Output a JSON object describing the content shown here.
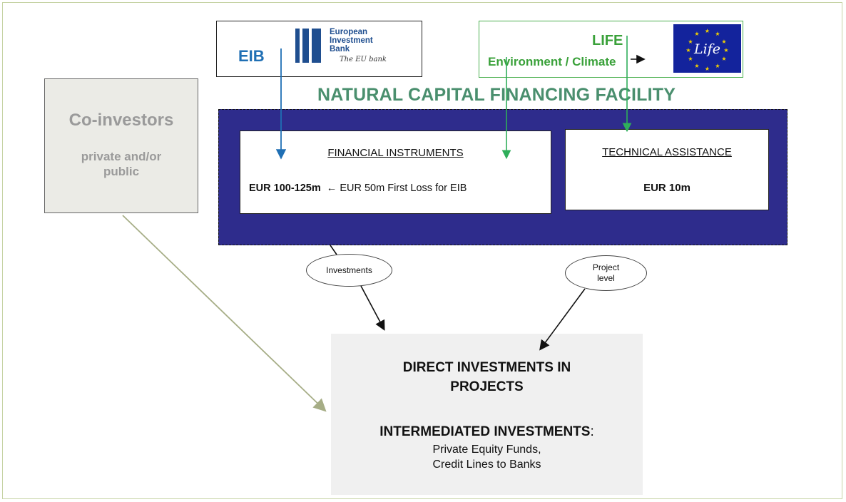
{
  "eib": {
    "abbr": "EIB",
    "name": "European\nInvestment\nBank",
    "tagline": "The EU bank"
  },
  "life": {
    "title": "LIFE",
    "subtitle": "Environment / Climate",
    "flag_text": "Life"
  },
  "facility": {
    "title": "NATURAL CAPITAL FINANCING FACILITY",
    "financial_instruments": {
      "title": "FINANCIAL INSTRUMENTS",
      "amount_bold": "EUR 100-125m",
      "amount_rest": "  ← EUR 50m First Loss for EIB"
    },
    "technical_assistance": {
      "title": "TECHNICAL ASSISTANCE",
      "amount": "EUR 10m"
    }
  },
  "co_investors": {
    "title": "Co-investors",
    "subtitle": "private and/or\npublic"
  },
  "labels": {
    "investments": "Investments",
    "project_level": "Project\nlevel"
  },
  "target": {
    "direct": "DIRECT INVESTMENTS IN\nPROJECTS",
    "intermediated_bold": "INTERMEDIATED INVESTMENTS",
    "intermediated_colon": ":",
    "intermediated_detail": "Private Equity Funds,\nCredit Lines to Banks"
  },
  "colors": {
    "eib_blue": "#1f6fb4",
    "life_green": "#3aa13a",
    "facility_navy": "#2e2c8c",
    "title_green": "#4a8f6e",
    "coinv_gray": "#9a9a9a",
    "olive_arrow": "#a6ad86"
  }
}
